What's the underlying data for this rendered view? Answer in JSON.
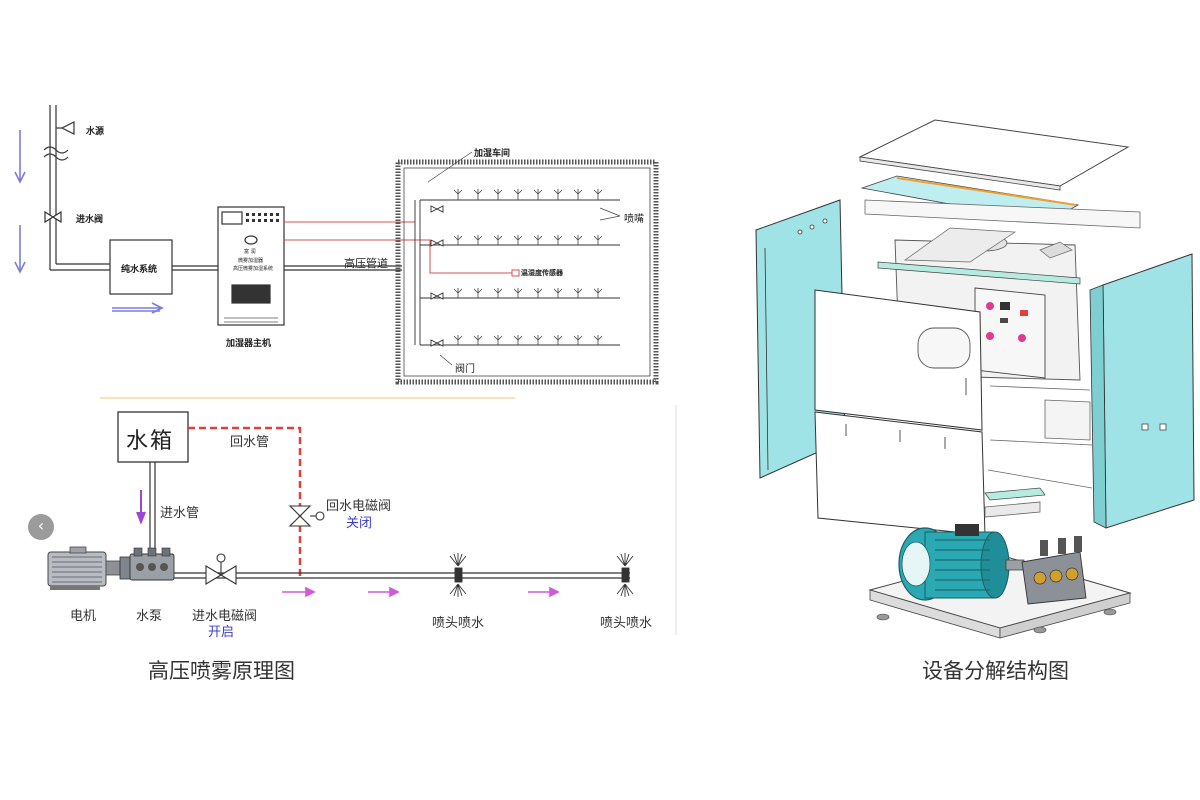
{
  "top_diagram": {
    "water_source": "水源",
    "inlet_valve": "进水阀",
    "pure_water_system": "纯水系统",
    "humidifier_host": "加湿器主机",
    "high_pressure_pipe": "高压管道",
    "workshop": "加湿车间",
    "nozzle": "喷嘴",
    "sensor": "温湿度传感器",
    "valve": "阀门",
    "cabinet_text_1": "富 润",
    "cabinet_text_2": "微雾加湿器",
    "cabinet_text_3": "高压微雾加湿系统"
  },
  "bottom_diagram": {
    "water_tank": "水箱",
    "return_pipe": "回水管",
    "inlet_pipe": "进水管",
    "return_solenoid": "回水电磁阀",
    "return_state": "关闭",
    "motor": "电机",
    "pump": "水泵",
    "inlet_solenoid": "进水电磁阀",
    "inlet_state": "开启",
    "nozzle_spray_1": "喷头喷水",
    "nozzle_spray_2": "喷头喷水"
  },
  "captions": {
    "left": "高压喷雾原理图",
    "right": "设备分解结构图"
  },
  "colors": {
    "flow_arrow": "#7b7bdc",
    "water_arrow": "#9b45d6",
    "return_pipe": "#e0403a",
    "signal_line": "#d85050",
    "panel_cyan": "#9fe3e6",
    "motor_teal": "#2aa9b3",
    "divider": "#f3d58a"
  }
}
